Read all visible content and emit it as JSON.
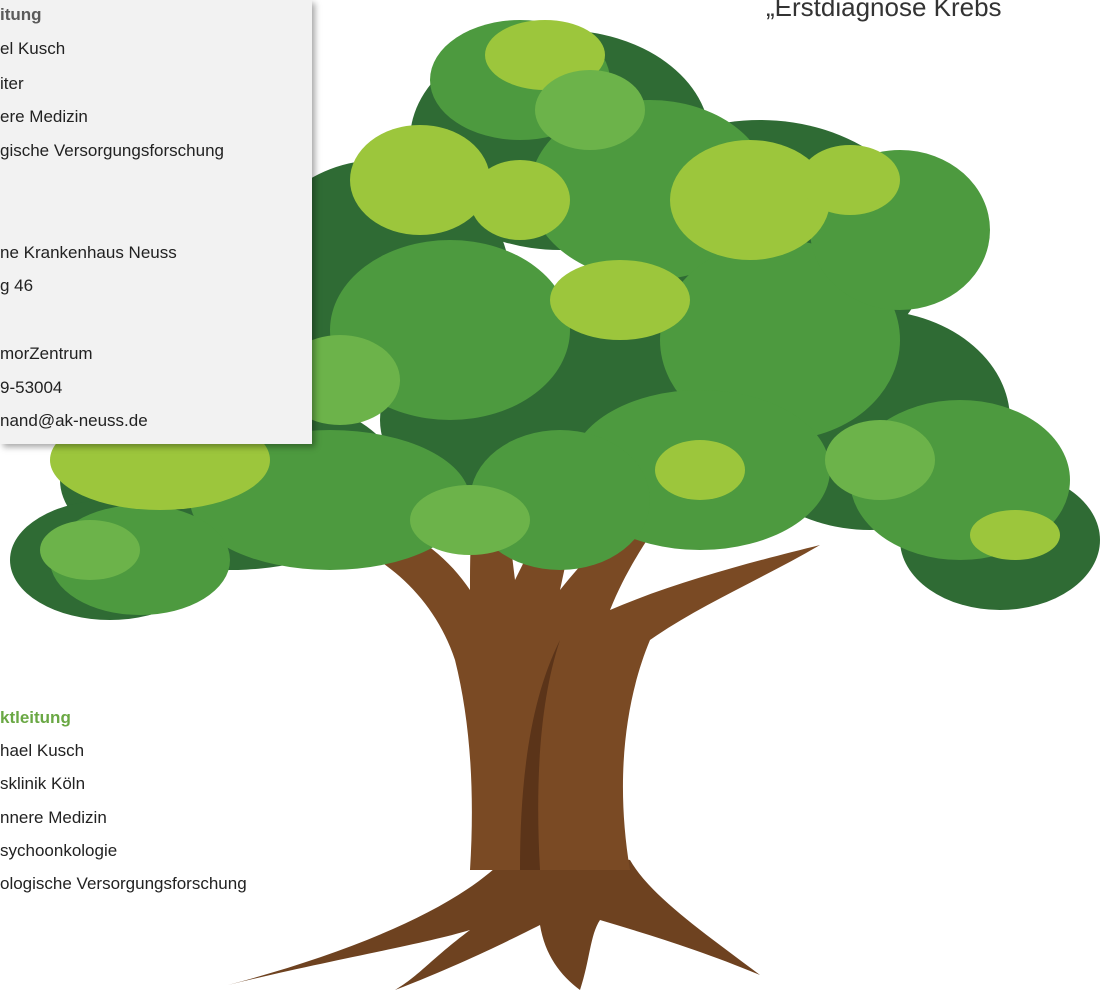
{
  "headline": "„Erstdiagnose Krebs",
  "contact_card": {
    "heading": "itung",
    "lines": [
      "el Kusch",
      "iter",
      "ere Medizin",
      "gische Versorgungsforschung",
      "ne Krankenhaus Neuss",
      "g 46",
      "morZentrum",
      "9-53004",
      "nand@ak-neuss.de"
    ]
  },
  "project_lead": {
    "heading": "ktleitung",
    "lines": [
      "hael Kusch",
      "sklinik Köln",
      "nnere Medizin",
      "sychoonkologie",
      "ologische Versorgungsforschung"
    ]
  },
  "colors": {
    "heading_green": "#6aa844",
    "card_background": "#f2f2f2",
    "trunk_brown": "#7a4a24",
    "foliage_dark": "#2f6b34",
    "foliage_mid": "#4d9a3f",
    "foliage_light": "#9cc63c"
  },
  "illustration": {
    "subject": "tree-illustration"
  }
}
